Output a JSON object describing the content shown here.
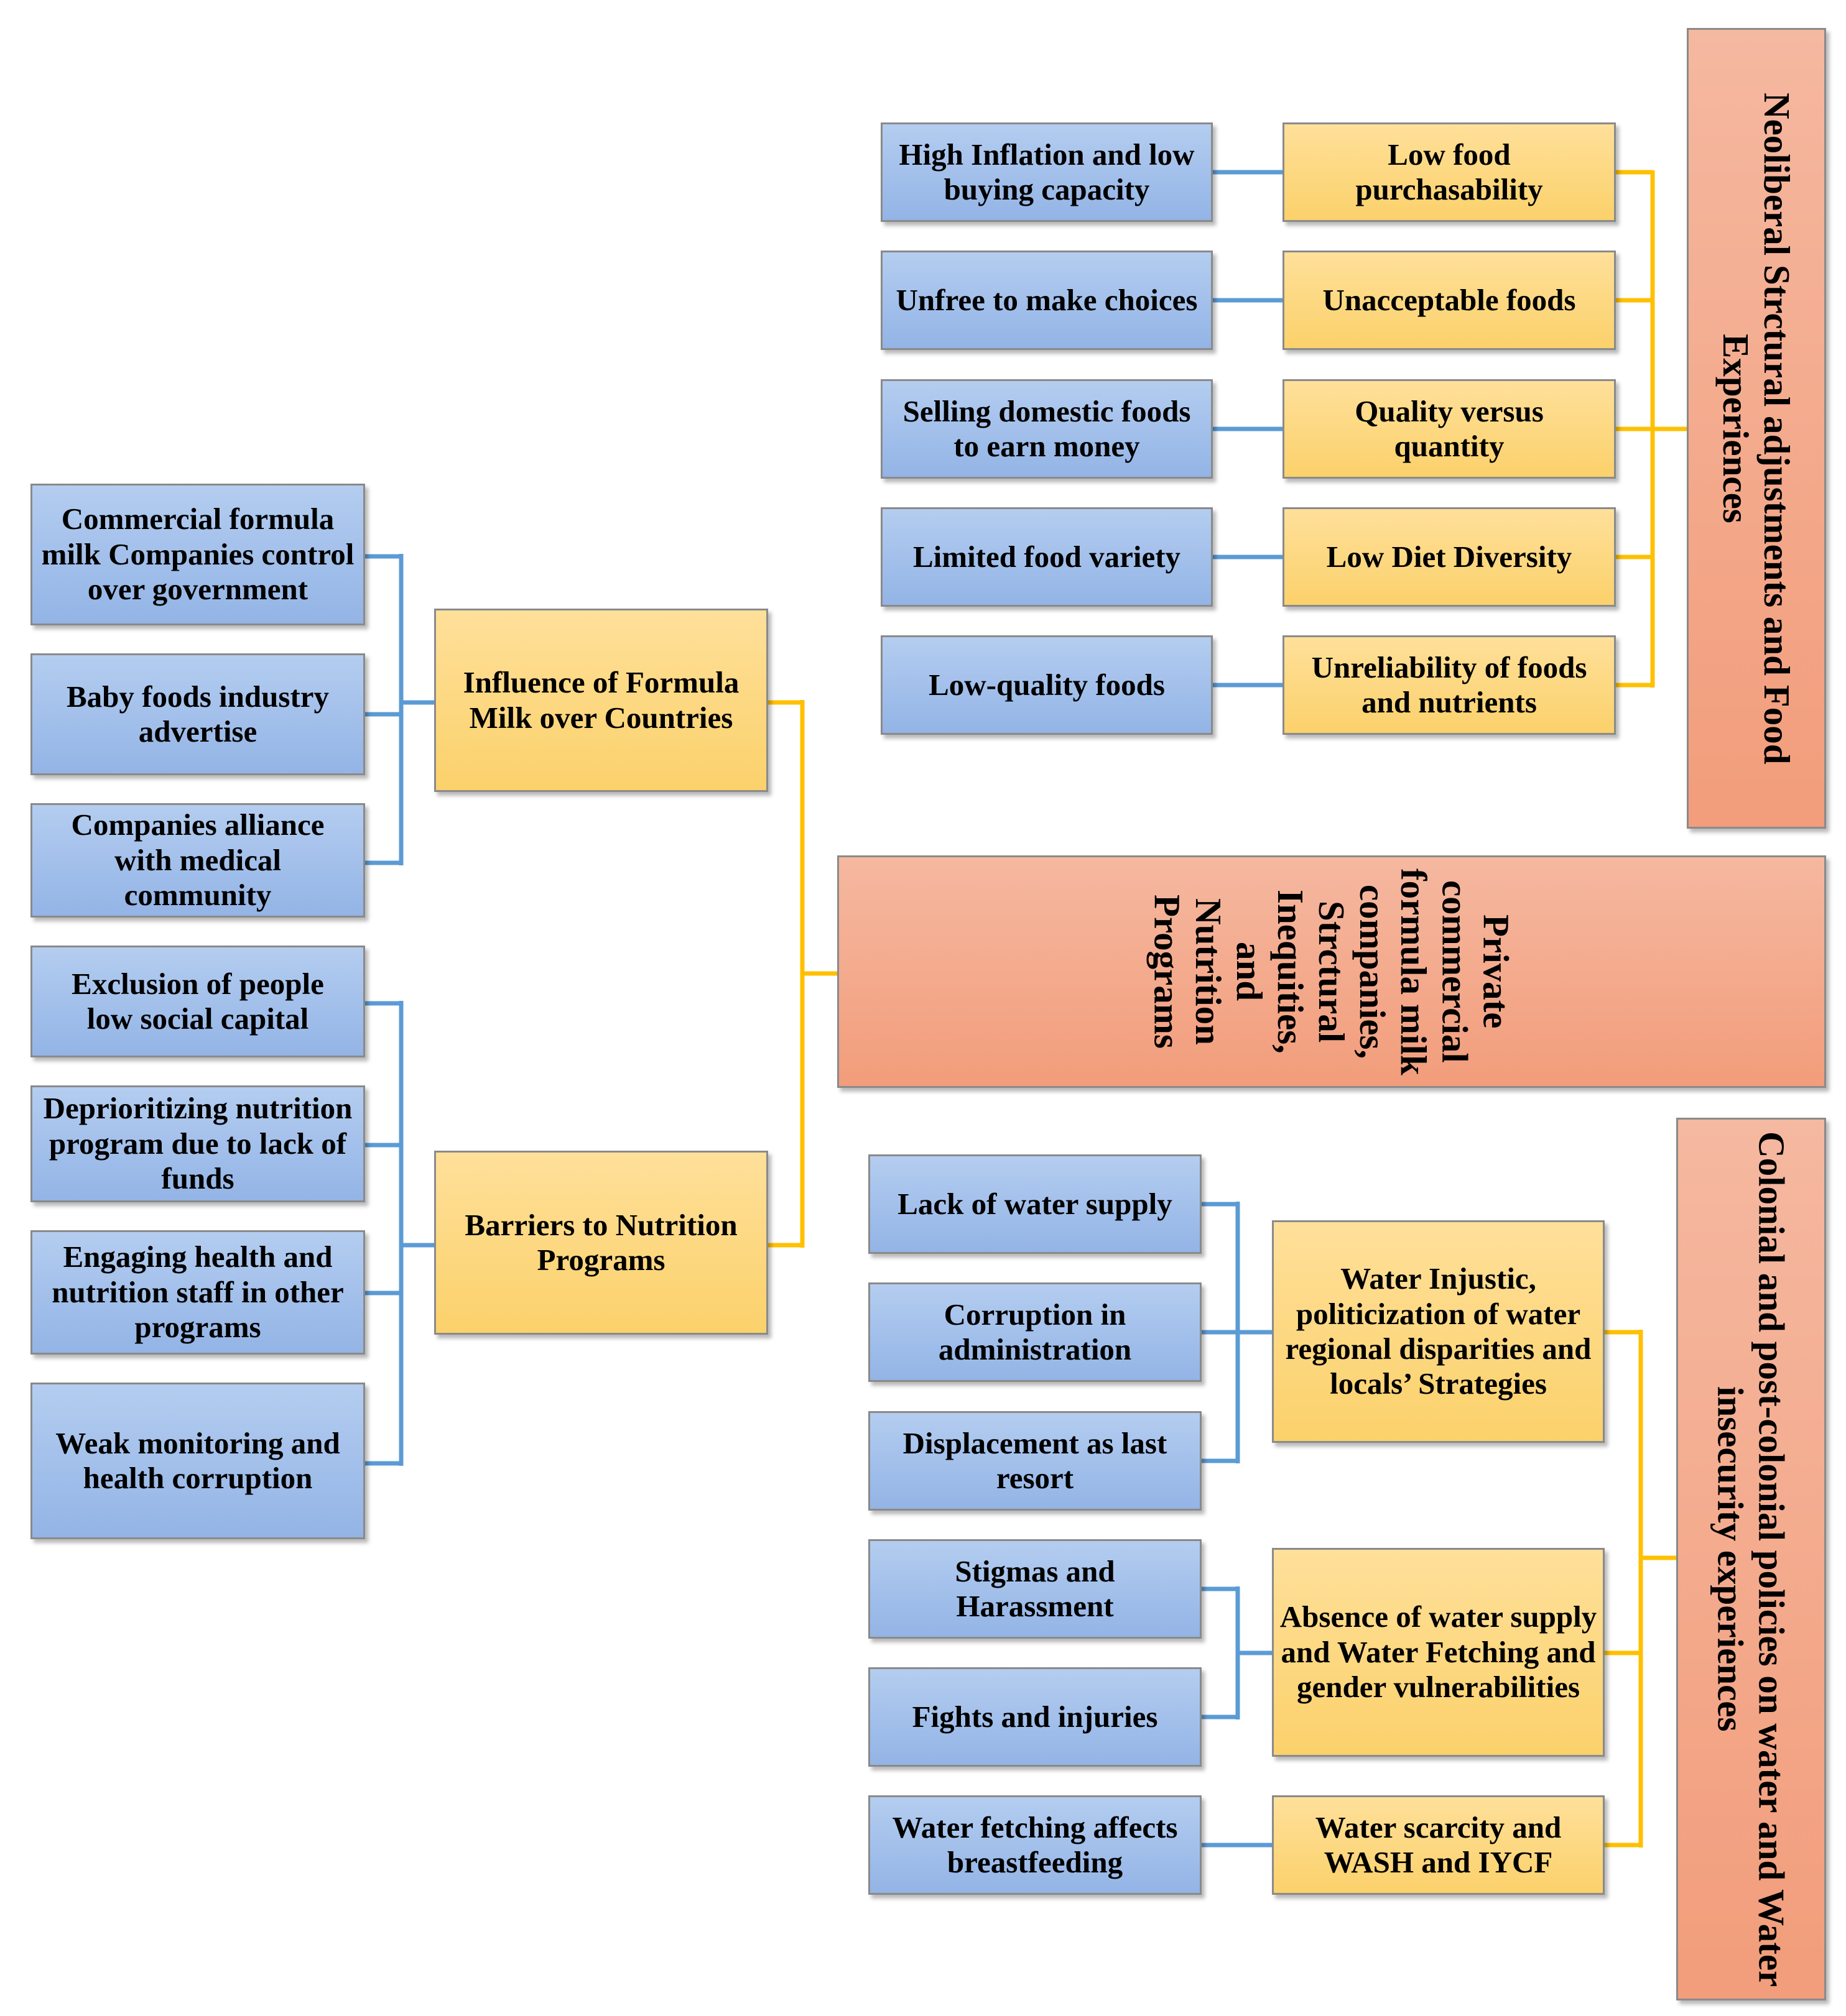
{
  "themes": {
    "neoliberal": "Neoliberal Strctural adjustments and Food Experiences",
    "private": "Private commercial formula milk companies, Strctural Inequities, and Nutrition Programs",
    "colonial": "Colonial and post-colonial policies on water and Water insecurity experiences"
  },
  "subthemes": {
    "low_food_purchasability": "Low food purchasability",
    "unacceptable_foods": "Unacceptable foods",
    "quality_vs_quantity": "Quality versus quantity",
    "low_diet_diversity": "Low Diet Diversity",
    "unreliability": "Unreliability of foods and nutrients",
    "influence_formula": "Influence of Formula Milk over Countries",
    "barriers_nutrition": "Barriers to Nutrition Programs",
    "water_injustice": "Water Injustic, politicization of water regional disparities and locals’ Strategies",
    "absence_water": "Absence of water supply and Water Fetching and gender vulnerabilities",
    "water_scarcity": "Water scarcity and WASH and IYCF"
  },
  "codes": {
    "high_inflation": "High Inflation and low buying capacity",
    "unfree_choices": "Unfree to make choices",
    "selling_domestic": "Selling domestic foods to earn money",
    "limited_variety": "Limited food variety",
    "low_quality": "Low-quality foods",
    "commercial_control": "Commercial formula milk Companies control over government",
    "baby_foods_advertise": "Baby foods industry advertise",
    "companies_alliance": "Companies alliance with medical community",
    "exclusion_people": "Exclusion of people low social capital",
    "deprioritizing": "Deprioritizing nutrition program due to lack of funds",
    "engaging_staff": "Engaging health and nutrition staff in other programs",
    "weak_monitoring": "Weak monitoring and health corruption",
    "lack_water": "Lack of water supply",
    "corruption_admin": "Corruption in administration",
    "displacement": "Displacement as last resort",
    "stigmas": "Stigmas and Harassment",
    "fights": "Fights and injuries",
    "water_fetching_bf": "Water fetching affects breastfeeding"
  },
  "colors": {
    "blue_connector": "#5b9bd5",
    "gold_connector": "#ffc000",
    "blue_box": "#9dbbe8",
    "gold_box": "#fdd77f",
    "salmon_box": "#f4a889",
    "border": "#8a8a8a"
  }
}
